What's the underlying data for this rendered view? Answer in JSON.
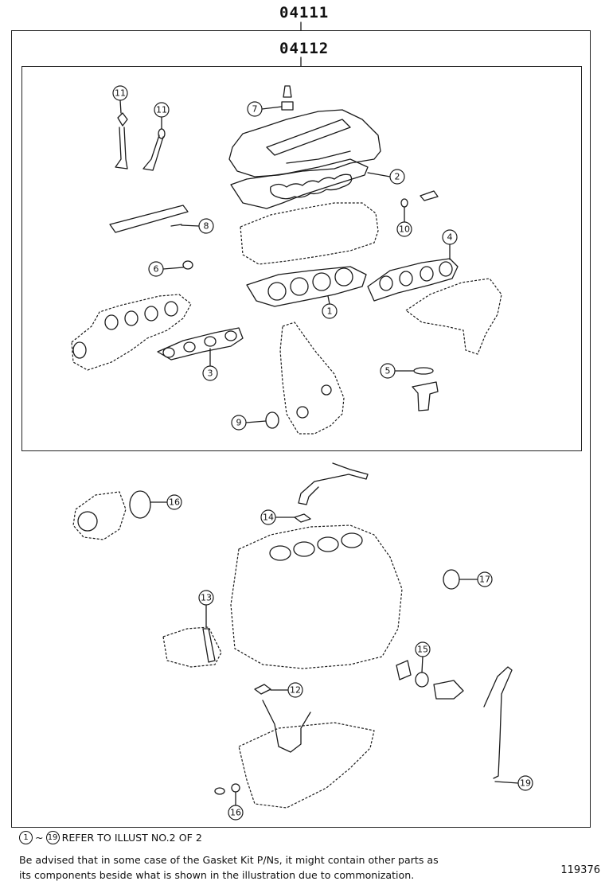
{
  "diagram": {
    "outer_group_code": "04111",
    "inner_group_code": "04112",
    "figure_number": "119376"
  },
  "callouts": [
    {
      "id": "c1",
      "label": "1"
    },
    {
      "id": "c2",
      "label": "2"
    },
    {
      "id": "c3",
      "label": "3"
    },
    {
      "id": "c4",
      "label": "4"
    },
    {
      "id": "c5",
      "label": "5"
    },
    {
      "id": "c6",
      "label": "6"
    },
    {
      "id": "c7",
      "label": "7"
    },
    {
      "id": "c8",
      "label": "8"
    },
    {
      "id": "c9",
      "label": "9"
    },
    {
      "id": "c10",
      "label": "10"
    },
    {
      "id": "c11a",
      "label": "11"
    },
    {
      "id": "c11b",
      "label": "11"
    },
    {
      "id": "c12",
      "label": "12"
    },
    {
      "id": "c13",
      "label": "13"
    },
    {
      "id": "c14",
      "label": "14"
    },
    {
      "id": "c15",
      "label": "15"
    },
    {
      "id": "c16a",
      "label": "16"
    },
    {
      "id": "c16b",
      "label": "16"
    },
    {
      "id": "c17",
      "label": "17"
    },
    {
      "id": "c19",
      "label": "19"
    }
  ],
  "notes": {
    "ref_from": "1",
    "ref_sep": "~",
    "ref_to": "19",
    "ref_text": "REFER TO ILLUST NO.2 OF 2",
    "advice_line1": "Be advised that in some case of the Gasket Kit P/Ns,  it might contain other parts as",
    "advice_line2": "its components beside what is shown in the illustration due to commonization."
  }
}
